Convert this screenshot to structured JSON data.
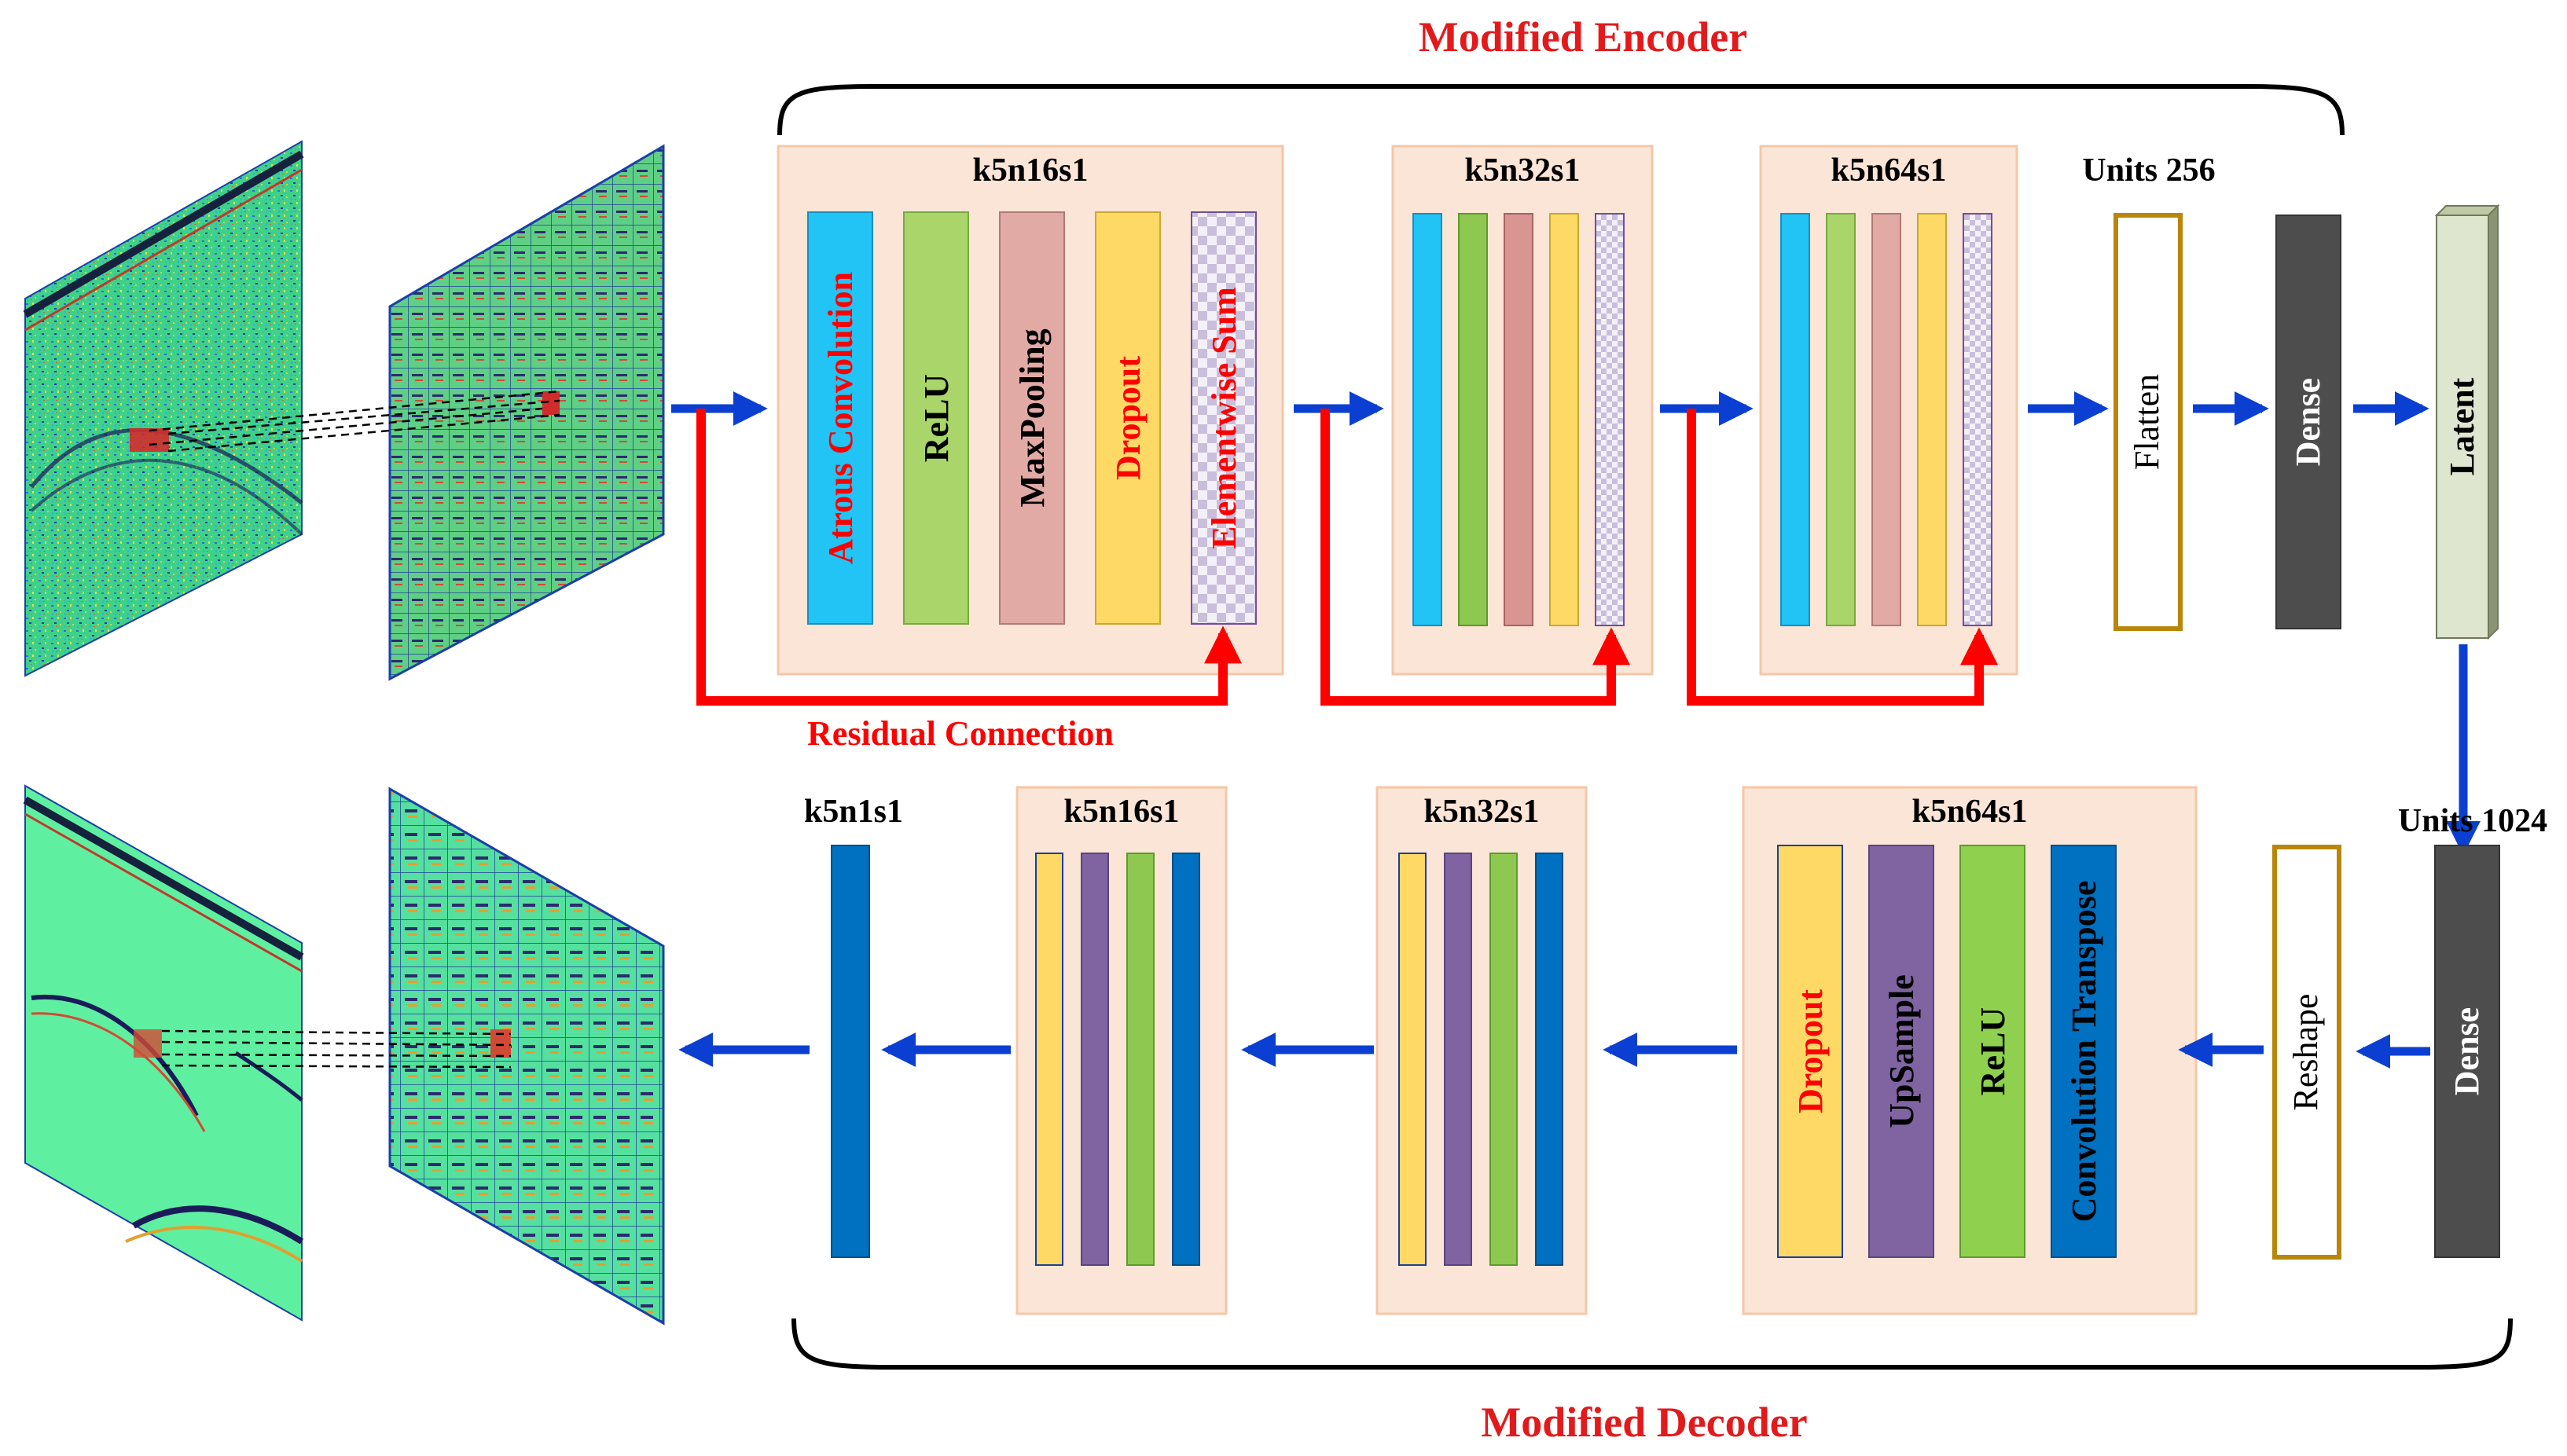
{
  "encoder": {
    "title": "Modified Encoder",
    "block1": {
      "label": "k5n16s1",
      "layers": [
        "Atrous Convolution",
        "ReLU",
        "MaxPooling",
        "Dropout",
        "Elementwise Sum"
      ]
    },
    "block2": {
      "label": "k5n32s1"
    },
    "block3": {
      "label": "k5n64s1"
    },
    "units_label": "Units 256",
    "flatten": "Flatten",
    "dense": "Dense",
    "latent": "Latent",
    "residual_label": "Residual Connection"
  },
  "decoder": {
    "title": "Modified Decoder",
    "block_out": {
      "label": "k5n1s1"
    },
    "block1": {
      "label": "k5n16s1"
    },
    "block2": {
      "label": "k5n32s1"
    },
    "block3": {
      "label": "k5n64s1",
      "layers": [
        "Dropout",
        "UpSample",
        "ReLU",
        "Convolution Transpose"
      ]
    },
    "units_label": "Units 1024",
    "reshape": "Reshape",
    "dense": "Dense"
  },
  "colors": {
    "encoder_title": "#e31a1c",
    "residual": "#ff0000",
    "arrow": "#0a3fd1",
    "block_bg": "#fbe5d6",
    "block_border": "#f4c7a7",
    "atrous": "#22c3f5",
    "relu": "#a9d56b",
    "relu_dec": "#8fd14f",
    "maxpool": "#e2aaa5",
    "dropout": "#ffd966",
    "upsample": "#8064a2",
    "convtranspose": "#0070c0",
    "dense": "#4d4d4d",
    "gold_border": "#b8860b",
    "latent": "#dfe6cf",
    "label_red": "#ff0000"
  }
}
